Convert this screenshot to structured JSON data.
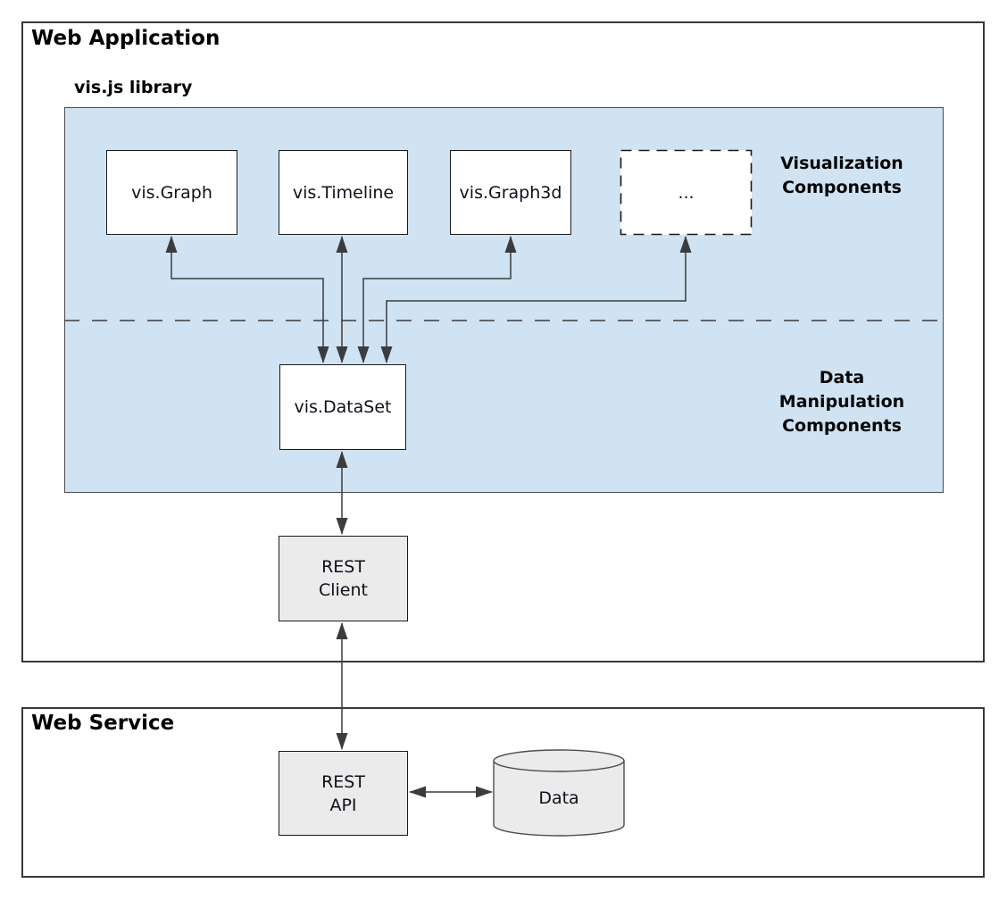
{
  "colors": {
    "library_fill": "#cfe3f2",
    "node_fill_white": "#ffffff",
    "node_fill_gray": "#ebebeb",
    "frame_border": "#383838",
    "arrow": "#3c3c3c"
  },
  "web_application": {
    "title": "Web Application",
    "library": {
      "title": "vis.js library",
      "visualization_nodes": [
        {
          "id": "vis-graph",
          "label": "vis.Graph"
        },
        {
          "id": "vis-timeline",
          "label": "vis.Timeline"
        },
        {
          "id": "vis-graph3d",
          "label": "vis.Graph3d"
        },
        {
          "id": "more-components",
          "label": "..."
        }
      ],
      "visualization_section_label": {
        "line1": "Visualization",
        "line2": "Components"
      },
      "dataset_node": {
        "label": "vis.DataSet"
      },
      "data_manipulation_section_label": {
        "line1": "Data",
        "line2": "Manipulation",
        "line3": "Components"
      }
    },
    "rest_client_node": {
      "line1": "REST",
      "line2": "Client"
    }
  },
  "web_service": {
    "title": "Web Service",
    "rest_api_node": {
      "line1": "REST",
      "line2": "API"
    },
    "data_store_node": {
      "label": "Data"
    }
  }
}
